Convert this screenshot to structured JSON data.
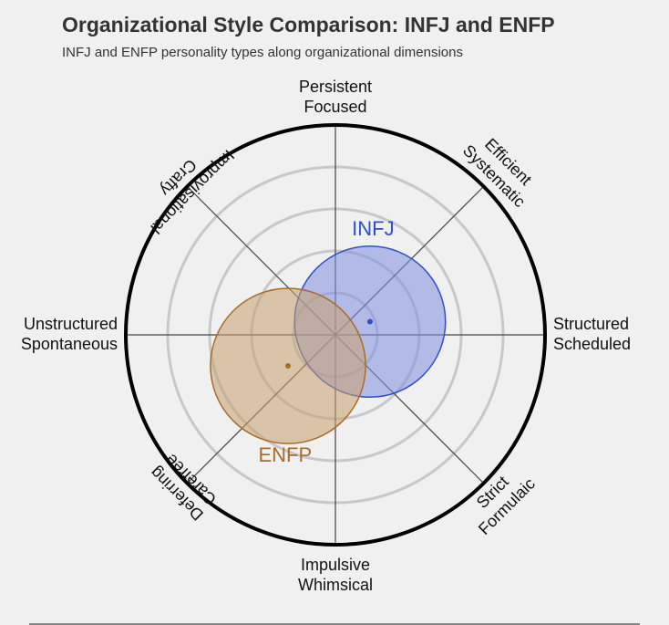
{
  "chart_data": {
    "type": "radar-bubble",
    "title": "Organizational Style Comparison: INFJ and ENFP",
    "subtitle": "INFJ and ENFP personality types along organizational dimensions",
    "axes": [
      {
        "angle": 90,
        "lines": [
          "Persistent",
          "Focused"
        ]
      },
      {
        "angle": 45,
        "lines": [
          "Efficient",
          "Systematic"
        ]
      },
      {
        "angle": 0,
        "lines": [
          "Structured",
          "Scheduled"
        ]
      },
      {
        "angle": -45,
        "lines": [
          "Strict",
          "Formulaic"
        ]
      },
      {
        "angle": -90,
        "lines": [
          "Impulsive",
          "Whimsical"
        ]
      },
      {
        "angle": -135,
        "lines": [
          "Deferring",
          "Carefree"
        ]
      },
      {
        "angle": 180,
        "lines": [
          "Unstructured",
          "Spontaneous"
        ]
      },
      {
        "angle": 135,
        "lines": [
          "Improvisational",
          "Crafty"
        ]
      }
    ],
    "xlim": [
      -100,
      100
    ],
    "ylim": [
      -100,
      100
    ],
    "rings": [
      20,
      40,
      60,
      80
    ],
    "grid": true,
    "series": [
      {
        "name": "INFJ",
        "x": 16.5,
        "y": 6.3,
        "spread": 36,
        "color": "#3050c8",
        "fill": "#8090e0",
        "label_x": 18,
        "label_y": 50
      },
      {
        "name": "ENFP",
        "x": -22.6,
        "y": -14.8,
        "spread": 37,
        "color": "#a86c28",
        "fill": "#c8a070",
        "label_x": -24,
        "label_y": -58
      }
    ]
  }
}
